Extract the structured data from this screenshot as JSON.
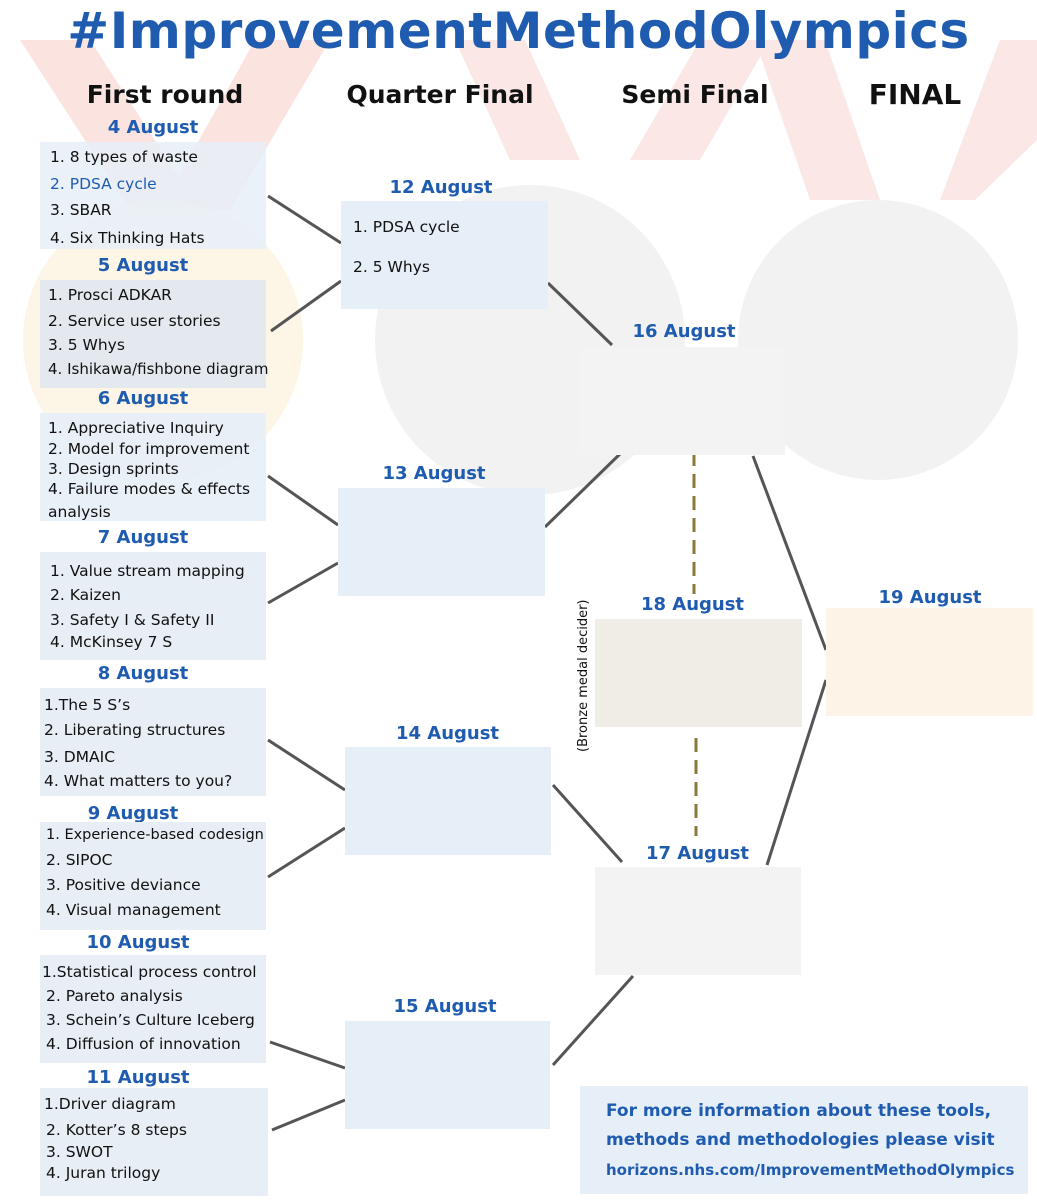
{
  "title": "#ImprovementMethodOlympics",
  "columns": {
    "first_round": "First round",
    "quarter_final": "Quarter Final",
    "semi_final": "Semi Final",
    "final": "FINAL"
  },
  "first_round": [
    {
      "date": "4 August",
      "items": [
        "1.  8 types of waste",
        "2.  PDSA cycle",
        "3.  SBAR",
        "4.  Six Thinking Hats"
      ],
      "selected_index": 1
    },
    {
      "date": "5 August",
      "items": [
        "1. Prosci ADKAR",
        "2. Service user stories",
        "3. 5 Whys",
        "4. Ishikawa/fishbone diagram"
      ]
    },
    {
      "date": "6 August",
      "items": [
        "1.   Appreciative Inquiry",
        "2. Model for improvement",
        "3. Design sprints",
        "4. Failure modes & effects",
        "analysis"
      ]
    },
    {
      "date": "7 August",
      "items": [
        "1.  Value stream mapping",
        "2. Kaizen",
        "3. Safety I & Safety II",
        "4. McKinsey 7 S"
      ]
    },
    {
      "date": "8 August",
      "items": [
        "1.The 5 S’s",
        "2. Liberating structures",
        "3. DMAIC",
        "4. What matters to you?"
      ]
    },
    {
      "date": "9 August",
      "items": [
        "1.  Experience-based codesign",
        "2. SIPOC",
        "3. Positive deviance",
        "4. Visual management"
      ]
    },
    {
      "date": "10 August",
      "items": [
        "1.Statistical process control",
        "2. Pareto analysis",
        "3. Schein’s Culture Iceberg",
        "4. Diffusion of innovation"
      ]
    },
    {
      "date": "11 August",
      "items": [
        "1.Driver diagram",
        "2. Kotter’s 8 steps",
        "3. SWOT",
        "4. Juran trilogy"
      ]
    }
  ],
  "quarter_final": [
    {
      "date": "12 August",
      "items": [
        "1.  PDSA cycle",
        "2.  5 Whys"
      ]
    },
    {
      "date": "13 August",
      "items": []
    },
    {
      "date": "14 August",
      "items": []
    },
    {
      "date": "15 August",
      "items": []
    }
  ],
  "semi_final": [
    {
      "date": "16 August"
    },
    {
      "date": "17 August"
    }
  ],
  "bronze": {
    "date": "18 August",
    "label": "(Bronze medal decider)"
  },
  "final": {
    "date": "19 August"
  },
  "info": {
    "line1": "For more information about these tools,",
    "line2": "methods and methodologies please visit",
    "url": "horizons.nhs.com/ImprovementMethodOlympics"
  },
  "colors": {
    "accent": "#1f5cb0",
    "box": "#e6eef7",
    "semi_box": "#f3f3f3",
    "bronze_box": "#efede6",
    "final_box": "#fdf3e6",
    "connector": "#555555",
    "dashed": "#8a7a3a"
  }
}
